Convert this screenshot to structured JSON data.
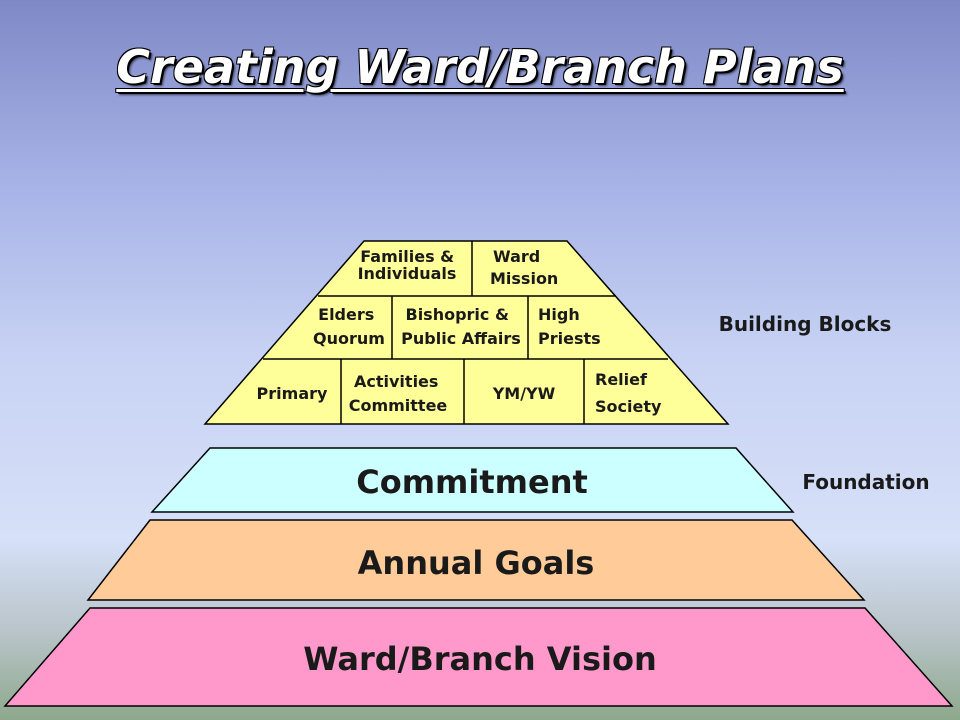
{
  "title": "Creating Ward/Branch Plans",
  "building_blocks": {
    "row1": [
      {
        "lines": [
          "Families &",
          "Individuals"
        ]
      },
      {
        "lines": [
          "Ward",
          "Mission"
        ]
      }
    ],
    "row2": [
      {
        "lines": [
          "Elders",
          "Quorum"
        ]
      },
      {
        "lines": [
          "Bishopric &",
          "Public Affairs"
        ]
      },
      {
        "lines": [
          "High",
          "Priests"
        ]
      }
    ],
    "row3": [
      {
        "lines": [
          "Primary"
        ]
      },
      {
        "lines": [
          "Activities",
          "Committee"
        ]
      },
      {
        "lines": [
          "YM/YW"
        ]
      },
      {
        "lines": [
          "Relief",
          "Society"
        ]
      }
    ]
  },
  "layers": {
    "commitment": "Commitment",
    "annual_goals": "Annual Goals",
    "vision": "Ward/Branch Vision"
  },
  "side_labels": {
    "building_blocks": "Building Blocks",
    "foundation": "Foundation"
  },
  "colors": {
    "blocks": "#ffff99",
    "commitment": "#ccffff",
    "annual_goals": "#ffcc99",
    "vision": "#ff99cc"
  }
}
